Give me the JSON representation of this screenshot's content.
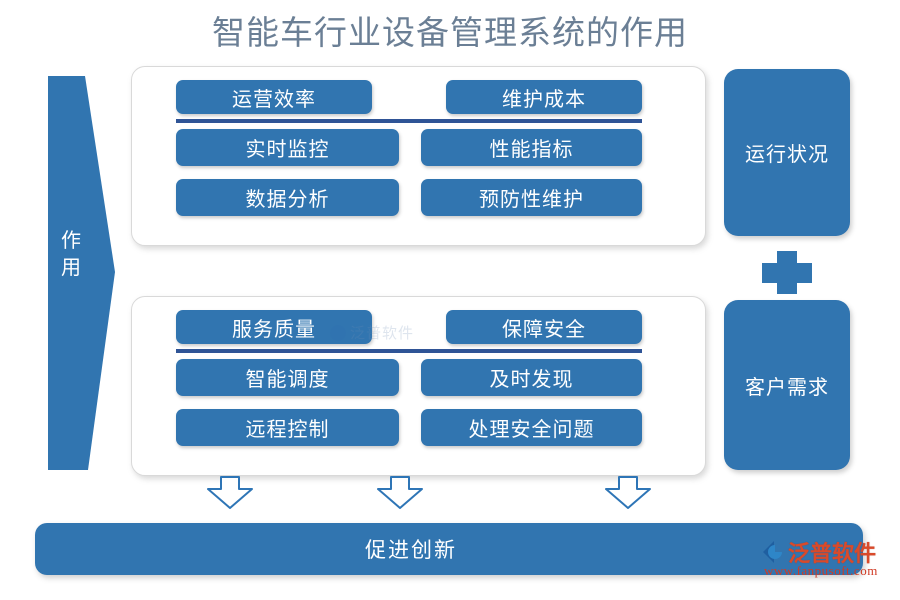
{
  "title": "智能车行业设备管理系统的作用",
  "colors": {
    "pill_blue": "#3175b0",
    "divider_navy": "#2f5496",
    "title_gray": "#6b7f95",
    "container_border": "#d9d9d9",
    "arrow_outline": "#2e75b6",
    "logo_red": "#d94a2a"
  },
  "left_arrow": {
    "name": "作用",
    "chars": [
      "作",
      "用"
    ]
  },
  "groups": [
    {
      "id": "group-top",
      "headers": [
        "运营效率",
        "维护成本"
      ],
      "rows": [
        [
          "实时监控",
          "性能指标"
        ],
        [
          "数据分析",
          "预防性维护"
        ]
      ]
    },
    {
      "id": "group-bottom",
      "headers": [
        "服务质量",
        "保障安全"
      ],
      "rows": [
        [
          "智能调度",
          "及时发现"
        ],
        [
          "远程控制",
          "处理安全问题"
        ]
      ]
    }
  ],
  "side_boxes": [
    {
      "label": "运行状况"
    },
    {
      "label": "客户需求"
    }
  ],
  "connector": {
    "icon": "plus-icon"
  },
  "down_arrows": [
    {
      "icon": "down-arrow-icon"
    },
    {
      "icon": "down-arrow-icon"
    },
    {
      "icon": "down-arrow-icon"
    }
  ],
  "bottom_bar": {
    "label": "促进创新"
  },
  "watermarks": {
    "center": "泛普软件",
    "logo_name": "泛普软件",
    "logo_url": "www.fanpusoft.com"
  }
}
